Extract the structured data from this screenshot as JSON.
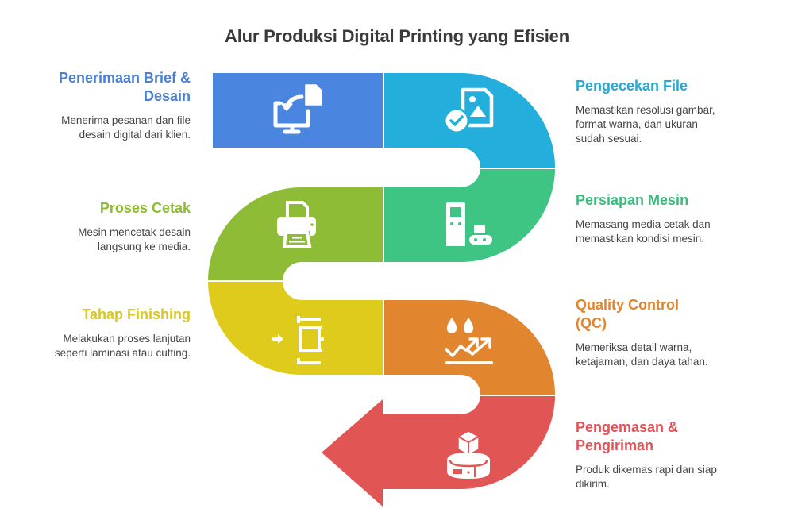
{
  "title": "Alur Produksi Digital Printing yang Efisien",
  "steps": [
    {
      "id": "1",
      "title": "Penerimaan Brief & Desain",
      "desc": "Menerima pesanan dan file desain digital dari klien.",
      "color": "#4a86e0",
      "icon": "monitor-file-download-icon",
      "side": "left"
    },
    {
      "id": "2",
      "title": "Pengecekan File",
      "desc": "Memastikan resolusi gambar, format warna, dan ukuran sudah sesuai.",
      "color": "#23aedb",
      "icon": "image-file-check-icon",
      "side": "right"
    },
    {
      "id": "3",
      "title": "Persiapan Mesin",
      "desc": "Memasang media cetak dan memastikan kondisi mesin.",
      "color": "#3ec584",
      "icon": "machine-conveyor-icon",
      "side": "right"
    },
    {
      "id": "4",
      "title": "Proses Cetak",
      "desc": "Mesin mencetak desain langsung ke media.",
      "color": "#8fbc37",
      "icon": "printer-icon",
      "side": "left"
    },
    {
      "id": "5",
      "title": "Tahap Finishing",
      "desc": "Melakukan proses lanjutan seperti laminasi atau cutting.",
      "color": "#dfcb1b",
      "icon": "process-input-icon",
      "side": "left"
    },
    {
      "id": "6",
      "title": "Quality Control (QC)",
      "desc": "Memeriksa detail warna, ketajaman, dan daya tahan.",
      "color": "#e2852f",
      "icon": "ink-drops-trend-check-icon",
      "side": "right"
    },
    {
      "id": "7",
      "title": "Pengemasan & Pengiriman",
      "desc": "Produk dikemas rapi dan siap dikirim.",
      "color": "#e25555",
      "icon": "package-box-icon",
      "side": "right"
    }
  ],
  "title_colors": {
    "1": "#4a7fd4",
    "2": "#2aa7d2",
    "3": "#3dbb7f",
    "4": "#8dbb35",
    "5": "#d9c81e",
    "6": "#e08530",
    "7": "#df5358"
  }
}
